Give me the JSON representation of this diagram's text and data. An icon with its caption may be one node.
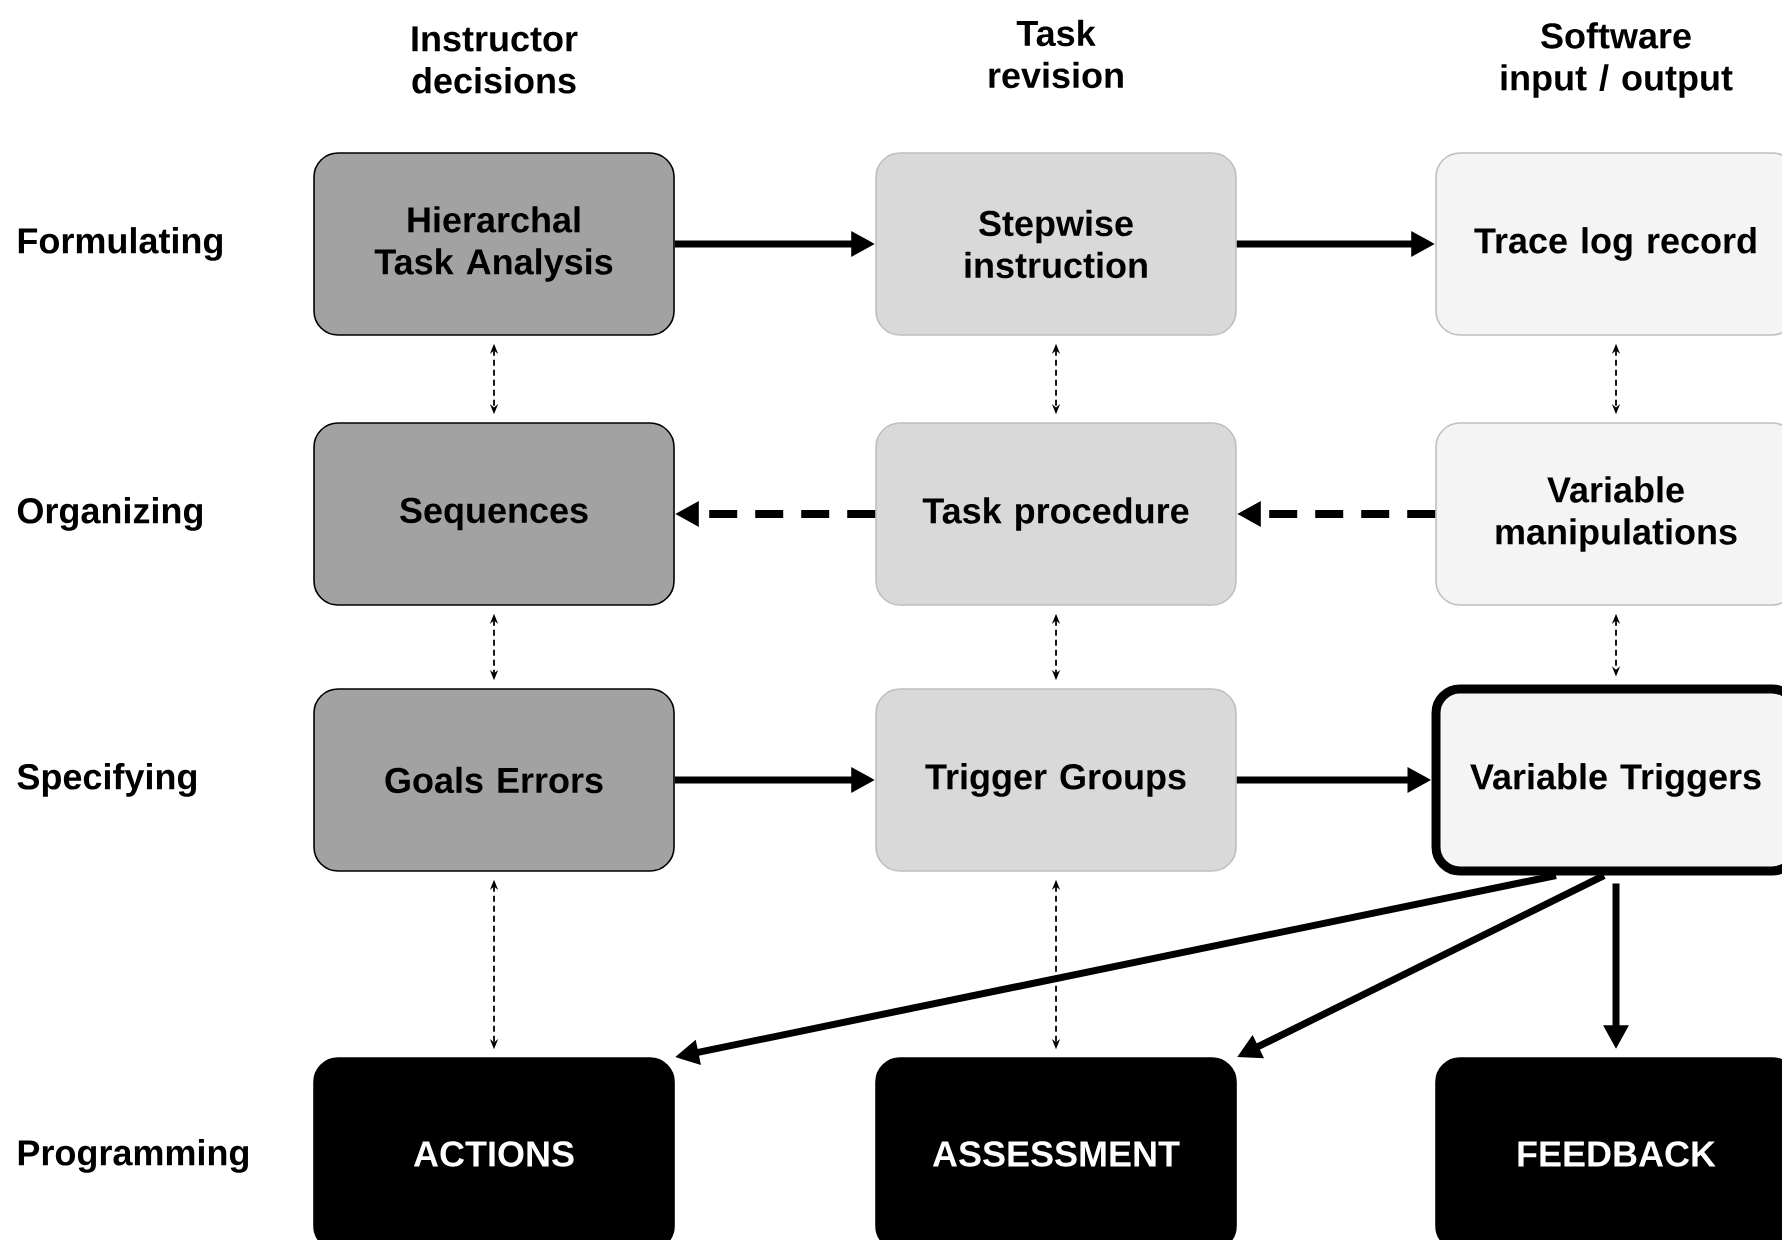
{
  "diagram": {
    "nodes": [
      {
        "text": [
          "Hierarchal Task Analysis"
        ]
      },
      {
        "text": [
          "Stepwise instruction"
        ]
      },
      {
        "text": [
          "Trace log record"
        ]
      },
      {
        "text": [
          "Sequences"
        ]
      },
      {
        "text": [
          "Task procedure"
        ]
      },
      {
        "text": [
          "Variable manipulations"
        ]
      },
      {
        "text": [
          "Goals Errors"
        ]
      },
      {
        "text": [
          "Trigger Groups"
        ]
      },
      {
        "text": [
          "Variable Triggers"
        ]
      },
      {
        "text": [
          "ACTIONS"
        ]
      },
      {
        "text": [
          "ASSESSMENT"
        ]
      },
      {
        "text": [
          "FEEDBACK"
        ]
      }
    ],
    "edges": [
      {
        "from": 0,
        "to": 1,
        "arrow": "to"
      },
      {
        "from": 1,
        "to": 2,
        "arrow": "to"
      },
      {
        "from": 0,
        "to": 3,
        "arrow": "both",
        "style": "dashed"
      },
      {
        "from": 1,
        "to": 4,
        "arrow": "both",
        "style": "dashed"
      },
      {
        "from": 2,
        "to": 5,
        "arrow": "both",
        "style": "dashed"
      },
      {
        "from": 5,
        "to": 4,
        "arrow": "to",
        "style": "dashed"
      },
      {
        "from": 4,
        "to": 3,
        "arrow": "to",
        "style": "dashed"
      },
      {
        "from": 3,
        "to": 6,
        "arrow": "both",
        "style": "dashed"
      },
      {
        "from": 4,
        "to": 7,
        "arrow": "both",
        "style": "dashed"
      },
      {
        "from": 5,
        "to": 8,
        "arrow": "both",
        "style": "dashed"
      },
      {
        "from": 6,
        "to": 7,
        "arrow": "to"
      },
      {
        "from": 7,
        "to": 8,
        "arrow": "to"
      },
      {
        "from": 6,
        "to": 9,
        "arrow": "both",
        "style": "dashed"
      },
      {
        "from": 7,
        "to": 10,
        "arrow": "both",
        "style": "dashed"
      },
      {
        "from": 8,
        "to": 9,
        "arrow": "to"
      },
      {
        "from": 8,
        "to": 10,
        "arrow": "to"
      },
      {
        "from": 8,
        "to": 11,
        "arrow": "to"
      }
    ],
    "labels": [
      "Instructor decisions",
      "Task revision",
      "Software input / output",
      "Formulating",
      "Organizing",
      "Specifying",
      "Programming"
    ]
  }
}
